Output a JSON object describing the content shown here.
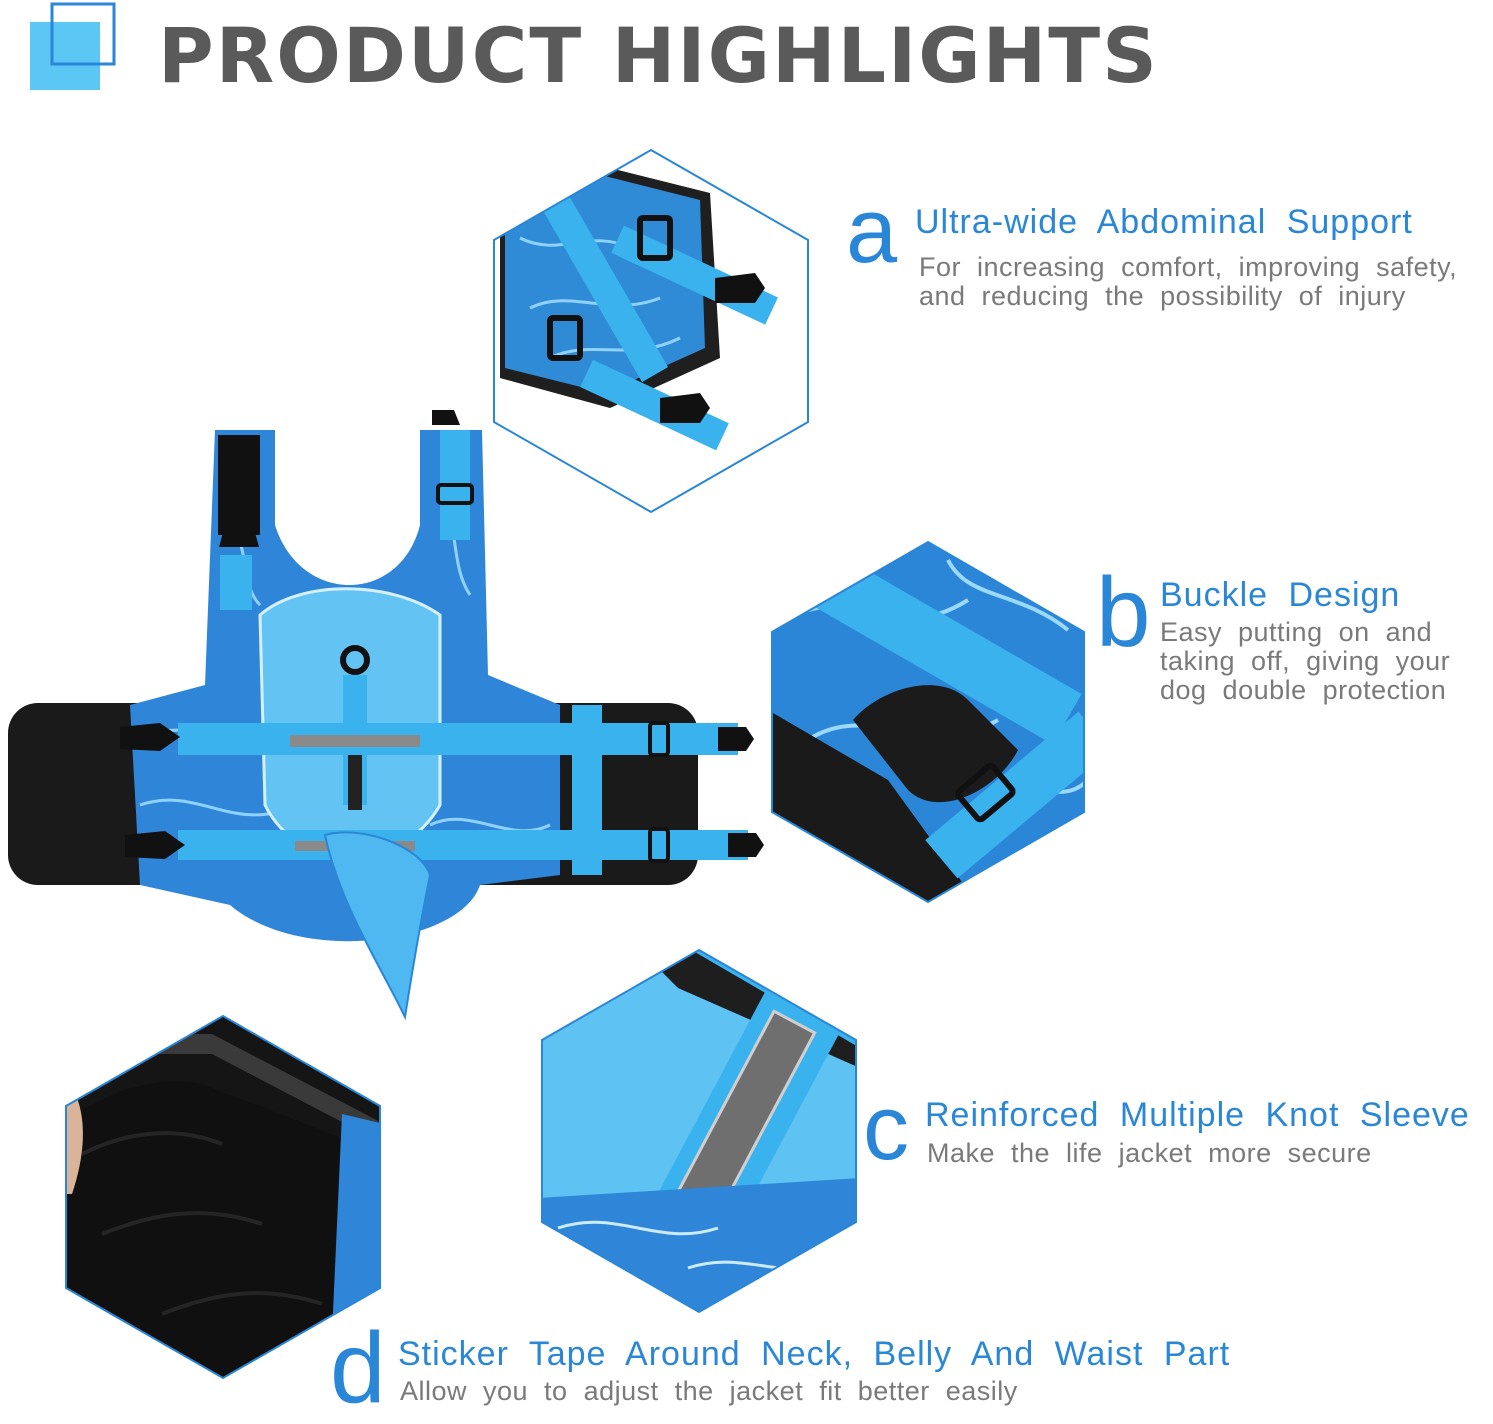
{
  "header": {
    "title": "PRODUCT HIGHLIGHTS"
  },
  "colors": {
    "accent": "#2a86d6",
    "header_square": "#5cc7f5",
    "title_gray": "#5a5a5a",
    "text_gray": "#7a7a7a"
  },
  "features": [
    {
      "letter": "a",
      "title": "Ultra-wide Abdominal Support",
      "lines": [
        "For increasing comfort, improving safety,",
        "and reducing the possibility of injury"
      ]
    },
    {
      "letter": "b",
      "title": "Buckle Design",
      "lines": [
        "Easy putting on and",
        "taking off, giving your",
        "dog double protection"
      ]
    },
    {
      "letter": "c",
      "title": "Reinforced Multiple Knot Sleeve",
      "lines": [
        "Make the life jacket more secure"
      ]
    },
    {
      "letter": "d",
      "title": "Sticker Tape Around Neck, Belly And Waist Part",
      "lines": [
        "Allow you to adjust the jacket fit better easily"
      ]
    }
  ]
}
